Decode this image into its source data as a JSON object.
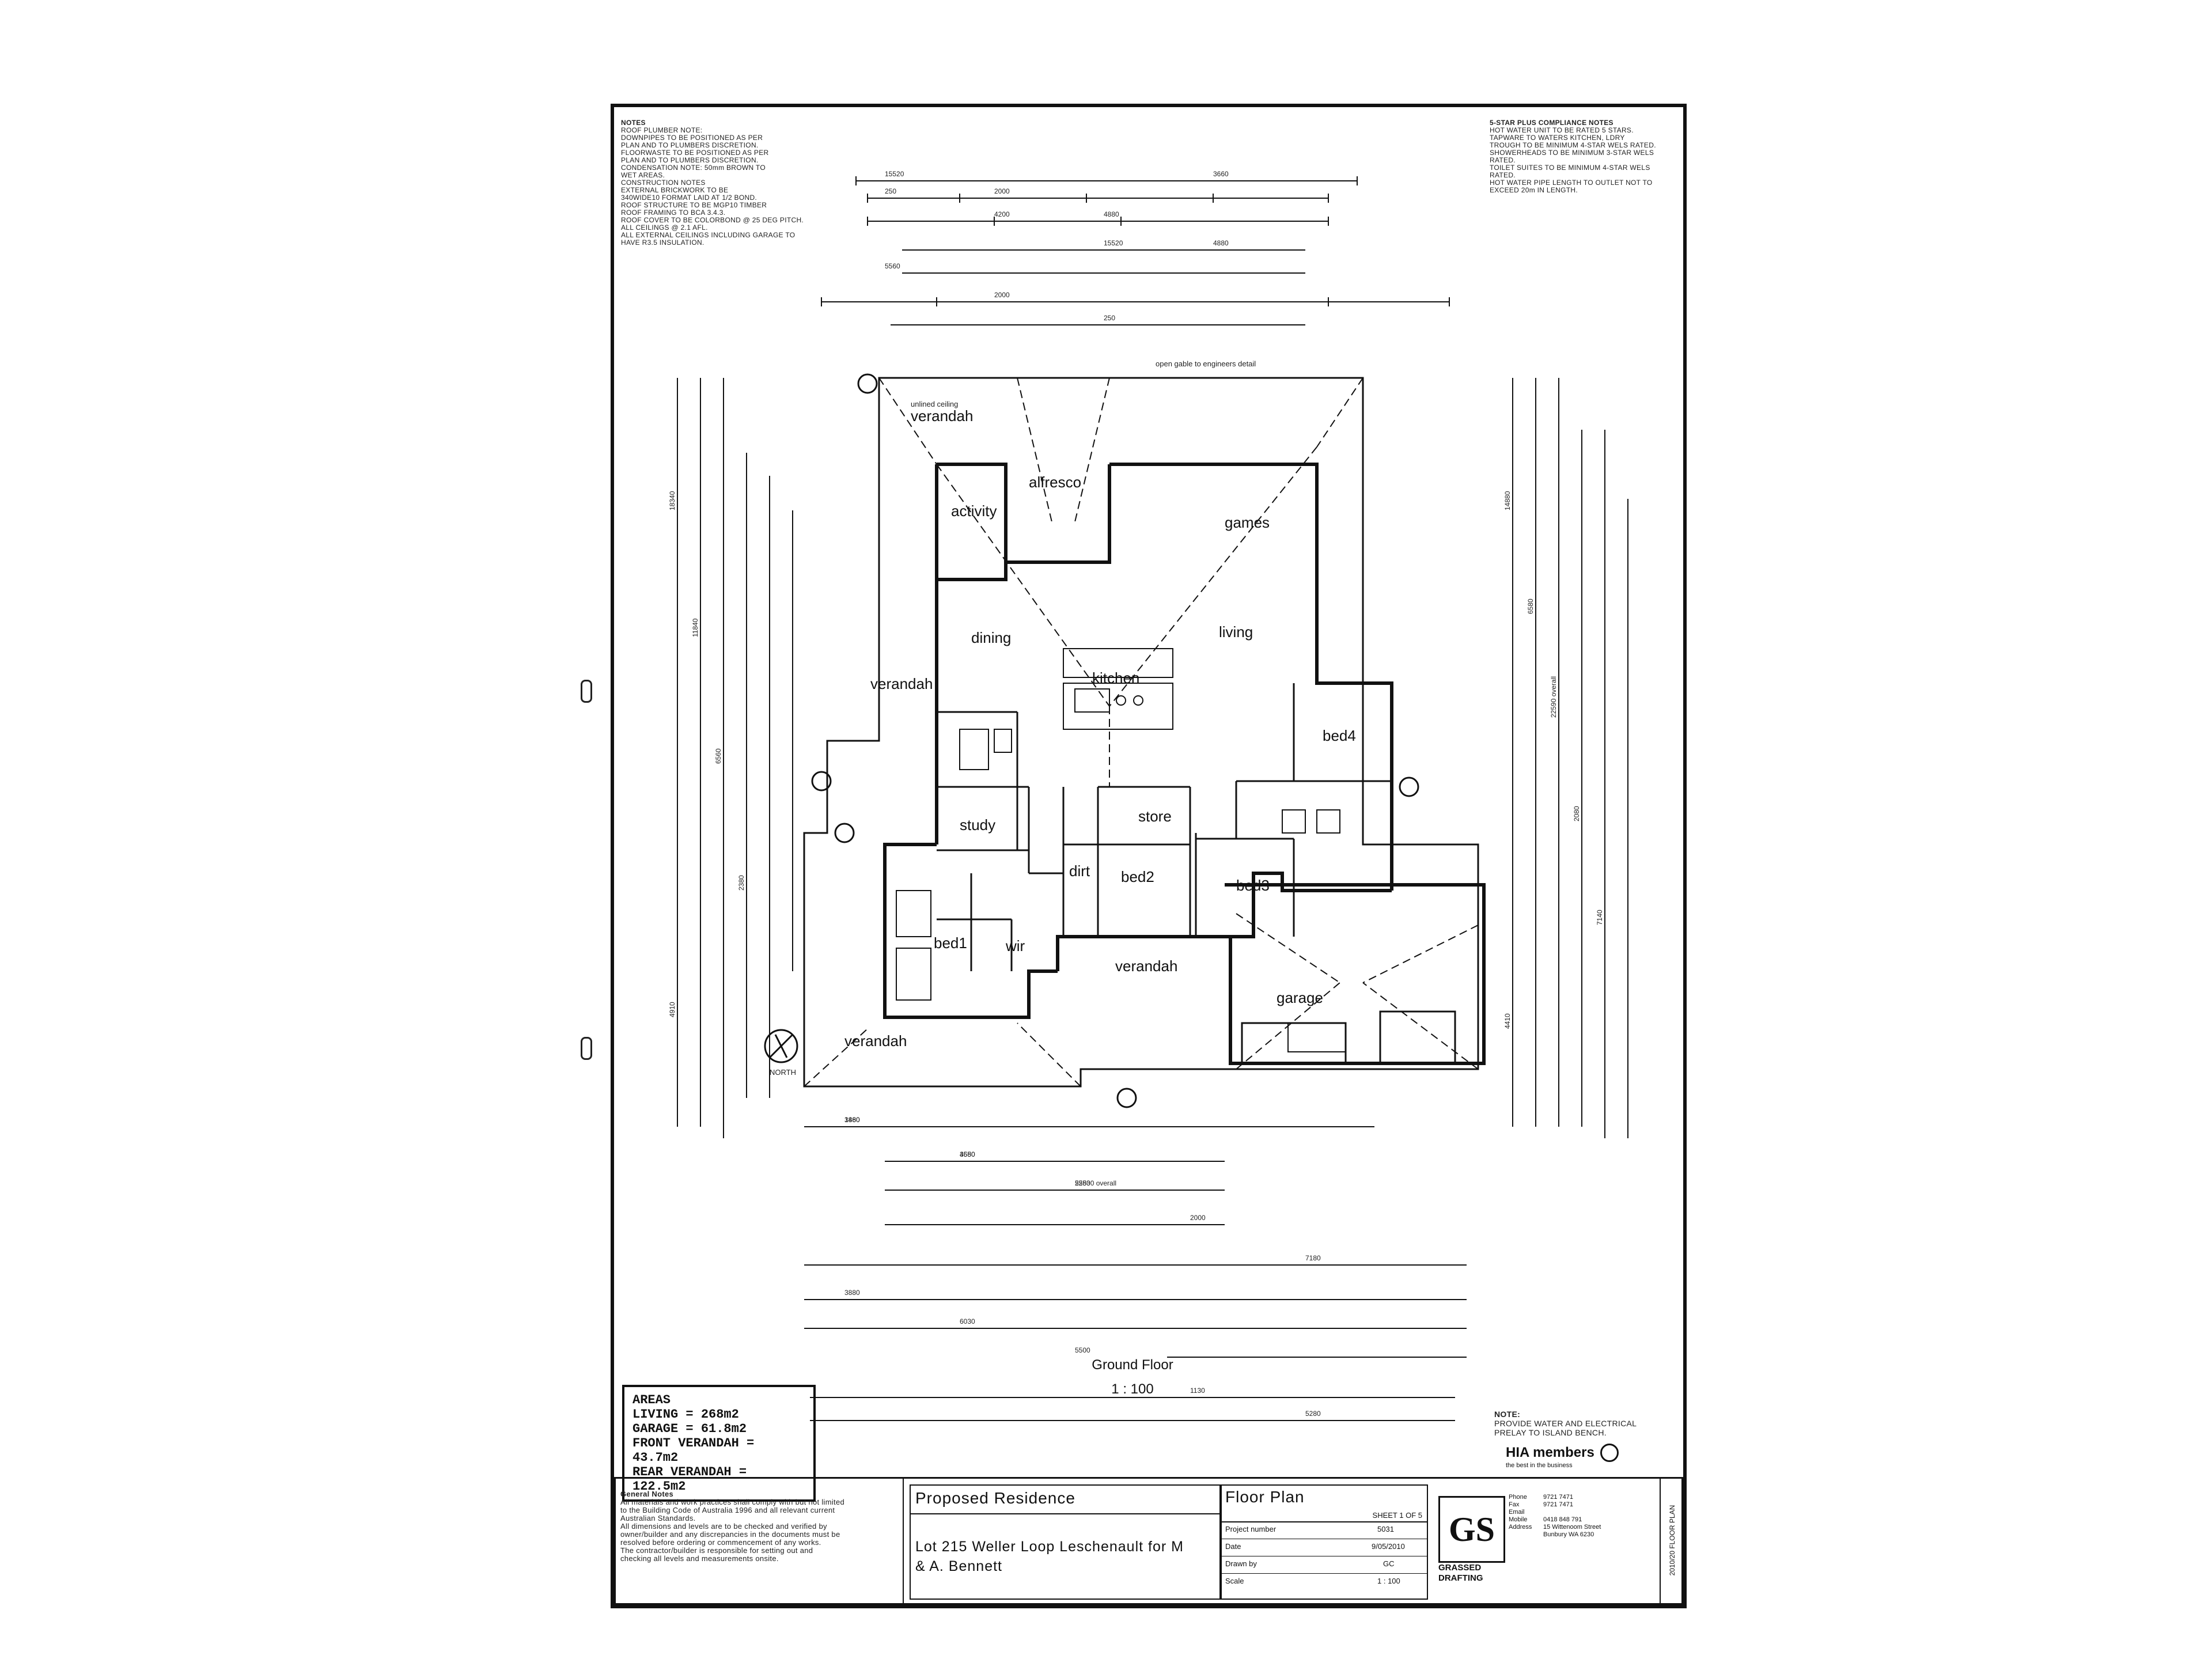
{
  "notes_left": {
    "lines": [
      "NOTES",
      "ROOF PLUMBER NOTE:",
      "DOWNPIPES TO BE POSITIONED AS PER",
      "PLAN AND TO PLUMBERS DISCRETION.",
      "FLOORWASTE TO BE POSITIONED AS PER",
      "PLAN AND TO PLUMBERS DISCRETION.",
      "CONDENSATION NOTE: 50mm BROWN TO",
      "WET AREAS.",
      "CONSTRUCTION NOTES",
      "EXTERNAL BRICKWORK TO BE",
      "340WIDE10 FORMAT LAID AT 1/2 BOND.",
      "ROOF STRUCTURE TO BE MGP10 TIMBER",
      "ROOF FRAMING TO BCA 3.4.3.",
      "ROOF COVER TO BE COLORBOND @ 25 DEG PITCH.",
      "ALL CEILINGS @ 2.1 AFL.",
      "ALL EXTERNAL CEILINGS INCLUDING GARAGE TO",
      "HAVE R3.5 INSULATION."
    ]
  },
  "notes_right": {
    "lines": [
      "5-STAR PLUS COMPLIANCE NOTES",
      "HOT WATER UNIT TO BE RATED 5 STARS.",
      "TAPWARE TO WATERS KITCHEN, LDRY",
      "TROUGH TO BE MINIMUM 4-STAR WELS RATED.",
      "SHOWERHEADS TO BE MINIMUM 3-STAR WELS",
      "RATED.",
      "TOILET SUITES TO BE MINIMUM 4-STAR WELS",
      "RATED.",
      "HOT WATER PIPE LENGTH TO OUTLET NOT TO",
      "EXCEED 20m IN LENGTH."
    ]
  },
  "rooms": {
    "activity": "activity",
    "alfresco": "alfresco",
    "games": "games",
    "dining": "dining",
    "living": "living",
    "kitchen": "kitchen",
    "bed4": "bed4",
    "store": "store",
    "study": "study",
    "bed2": "bed2",
    "bed3": "bed3",
    "bed1": "bed1",
    "wir": "wir",
    "dirt": "dirt",
    "garage": "garage",
    "verandah_rear": "verandah",
    "verandah_side": "verandah",
    "verandah_front": "verandah",
    "verandah_entry": "verandah"
  },
  "annotations": {
    "open_gable": "open gable to engineers detail",
    "north": "NORTH",
    "unlined_ceiling": "unlined ceiling"
  },
  "dimensions_top": [
    "15520",
    "2000",
    "4880",
    "4880",
    "5560",
    "2000",
    "250",
    "3660",
    "250",
    "4200",
    "15520"
  ],
  "dimensions_bottom": [
    "1480",
    "3580",
    "5280",
    "2000",
    "7180",
    "3880",
    "6030",
    "5500",
    "1130",
    "5280",
    "3860",
    "4650",
    "25530 overall"
  ],
  "dimensions_left": [
    "18340",
    "11840",
    "6560",
    "2380",
    "4910"
  ],
  "dimensions_right": [
    "14880",
    "6580",
    "22590 overall",
    "2080",
    "7140",
    "4410"
  ],
  "caption": {
    "title": "Ground Floor",
    "scale": "1 : 100"
  },
  "areas": {
    "heading": "AREAS",
    "living": "LIVING = 268m2",
    "garage": "GARAGE = 61.8m2",
    "front_verandah": "FRONT VERANDAH = 43.7m2",
    "rear_verandah": "REAR VERANDAH = 122.5m2"
  },
  "note_bottom_right": {
    "lines": [
      "NOTE:",
      "PROVIDE WATER AND ELECTRICAL",
      "PRELAY TO ISLAND BENCH."
    ]
  },
  "hia": {
    "brand": "HIA members",
    "tagline": "the best in the business"
  },
  "general_notes": {
    "lines": [
      "General Notes",
      "All materials and work practices shall comply with but not limited",
      "to the Building Code of Australia 1996 and all relevant current",
      "Australian Standards.",
      "All dimensions and levels are to be checked and verified by",
      "owner/builder and any discrepancies in the documents must be",
      "resolved before ordering or commencement of any works.",
      "The contractor/builder is responsible for setting out and",
      "checking all levels and measurements onsite."
    ]
  },
  "title_block": {
    "project": "Proposed Residence",
    "address_line1": "Lot 215 Weller Loop Leschenault for M",
    "address_line2": "& A. Bennett",
    "drawing": "Floor Plan",
    "sheet": "SHEET 1 OF 5",
    "project_number_label": "Project number",
    "project_number": "5031",
    "date_label": "Date",
    "date": "9/05/2010",
    "drawn_by_label": "Drawn by",
    "drawn_by": "GC",
    "scale_label": "Scale",
    "scale": "1 : 100"
  },
  "company": {
    "logo": "GS",
    "name_line1": "GRASSED",
    "name_line2": "DRAFTING",
    "phone_label": "Phone",
    "phone": "9721 7471",
    "fax_label": "Fax",
    "fax": "9721 7471",
    "email_label": "Email",
    "mobile_label": "Mobile",
    "mobile": "0418 848 791",
    "address_label": "Address",
    "address": "15 Wittenoom Street",
    "town": "Bunbury WA 6230"
  },
  "side_stamp": "2010/20 FLOOR PLAN"
}
